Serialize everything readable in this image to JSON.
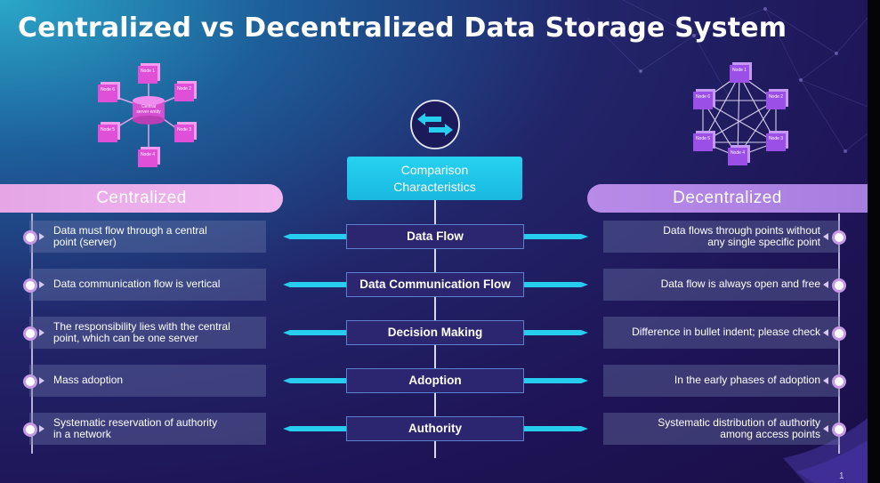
{
  "title": "Centralized vs Decentralized Data Storage System",
  "center_header": {
    "line1": "Comparison",
    "line2": "Characteristics"
  },
  "left_header": "Centralized",
  "right_header": "Decentralized",
  "centralized_diagram": {
    "center_label_line1": "Central",
    "center_label_line2": "server entity",
    "nodes": [
      "Node 1",
      "Node 2",
      "Node 3",
      "Node 4",
      "Node 5",
      "Node 6"
    ]
  },
  "decentralized_diagram": {
    "nodes": [
      "Node 1",
      "Node 2",
      "Node 3",
      "Node 4",
      "Node 5",
      "Node 6"
    ]
  },
  "rows": [
    {
      "characteristic": "Data Flow",
      "centralized": "Data must flow through  a central\npoint (server)",
      "decentralized": "Data flows through points without\nany single specific point"
    },
    {
      "characteristic": "Data Communication Flow",
      "centralized": "Data communication flow is vertical",
      "decentralized": "Data flow is always open and free"
    },
    {
      "characteristic": "Decision Making",
      "centralized": "The responsibility lies with the central\npoint, which can be one server",
      "decentralized": "Difference in bullet indent; please check"
    },
    {
      "characteristic": "Adoption",
      "centralized": "Mass adoption",
      "decentralized": "In the early phases of adoption"
    },
    {
      "characteristic": "Authority",
      "centralized": "Systematic reservation of authority\nin a network",
      "decentralized": "Systematic distribution of authority\namong access points"
    }
  ],
  "page_number": "1",
  "colors": {
    "accent_cyan": "#27cdee",
    "centralized_pink": "#e6a6e6",
    "decentralized_purple": "#b98ae8",
    "node_magenta": "#e04fd8",
    "node_violet": "#9b4fe6"
  }
}
